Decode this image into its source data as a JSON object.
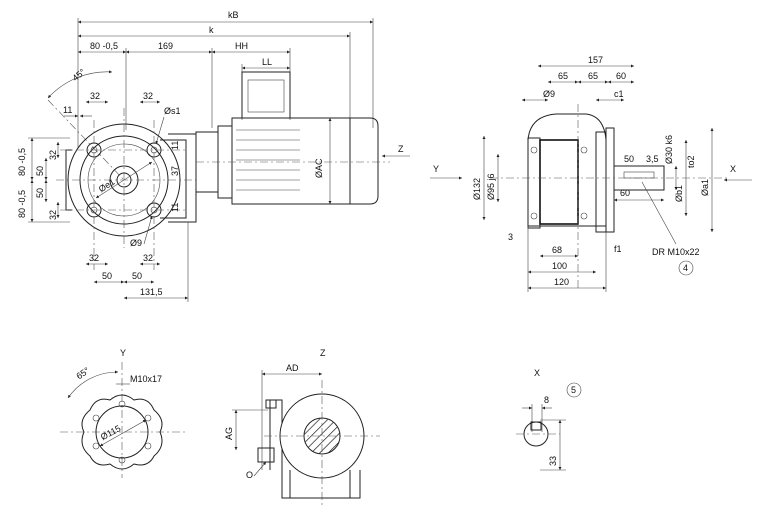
{
  "views": {
    "main": {
      "dims": {
        "kB": "kB",
        "k": "k",
        "d80a": "80 -0,5",
        "d169": "169",
        "HH": "HH",
        "LL": "LL",
        "a45": "45°",
        "d11a": "11",
        "d32a": "32",
        "d32b": "32",
        "os1": "Øs1",
        "d80b": "80 -0,5",
        "d50a": "50",
        "d32c": "32",
        "d50b": "50",
        "d32d": "32",
        "d80c": "80 -0,5",
        "oe1": "Øe1",
        "oAC": "ØAC",
        "d37": "37",
        "d11b": "11",
        "d11c": "11",
        "o9": "Ø9",
        "d32e": "32",
        "d32f": "32",
        "d50c": "50",
        "d50d": "50",
        "d1315": "131,5",
        "zlabel": "Z"
      }
    },
    "side": {
      "dims": {
        "d157": "157",
        "d65a": "65",
        "d65b": "65",
        "d60a": "60",
        "o9": "Ø9",
        "c1": "c1",
        "ylabel": "Y",
        "o132": "Ø132",
        "o95": "Ø95 j6",
        "o30": "Ø30 k6",
        "d50": "50",
        "d35": "3,5",
        "ob1": "Øb1",
        "to2": "to2",
        "oa1": "Øa1",
        "d60b": "60",
        "xlabel": "X",
        "d3": "3",
        "d68": "68",
        "d100": "100",
        "d120": "120",
        "f1": "f1",
        "thread": "DR M10x22",
        "callout4": "4"
      }
    },
    "flangeY": {
      "dims": {
        "title": "Y",
        "a65": "65°",
        "thread": "M10x17",
        "o115": "Ø115"
      }
    },
    "shaftZ": {
      "dims": {
        "title": "Z",
        "AD": "AD",
        "AG": "AG",
        "O": "O"
      }
    },
    "detailX": {
      "dims": {
        "title": "X",
        "callout5": "5",
        "d8": "8",
        "d33": "33"
      }
    }
  }
}
